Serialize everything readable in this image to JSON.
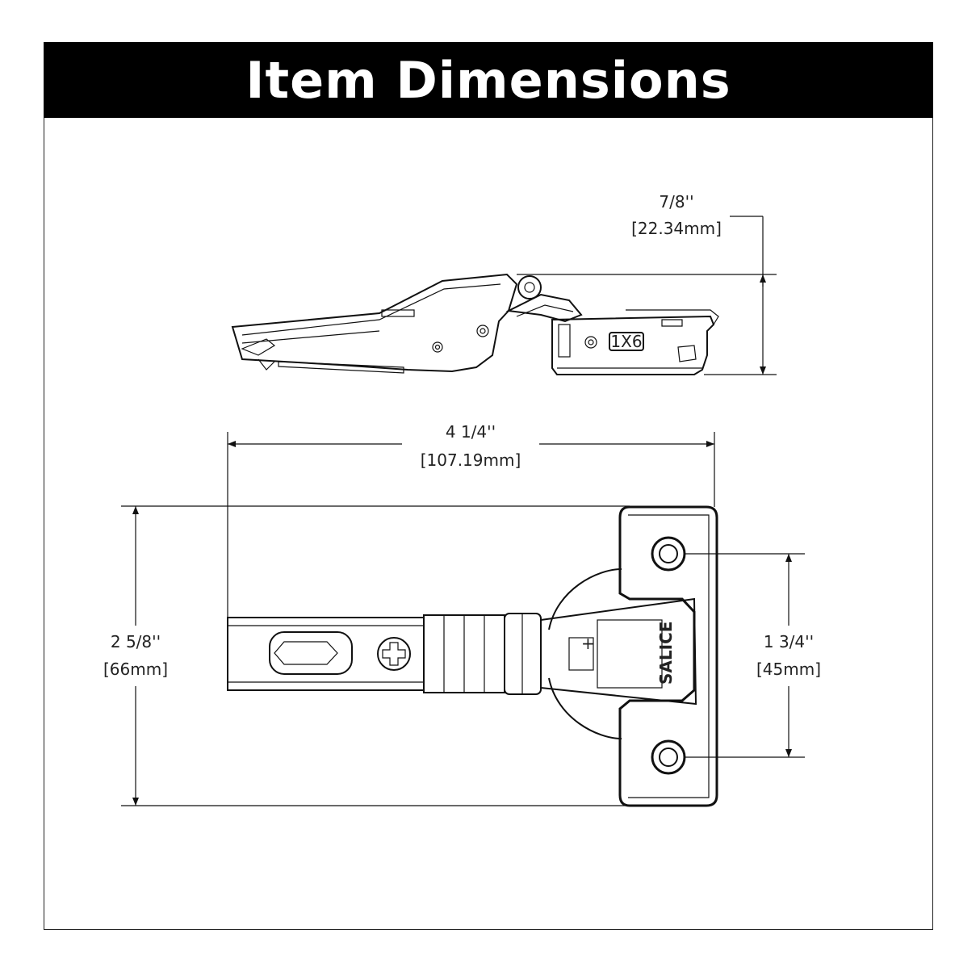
{
  "header": {
    "title": "Item Dimensions"
  },
  "dimensions": {
    "height_side": {
      "imperial": "7/8''",
      "metric": "[22.34mm]"
    },
    "overall_length": {
      "imperial": "4 1/4''",
      "metric": "[107.19mm]"
    },
    "plate_height": {
      "imperial": "2 5/8''",
      "metric": "[66mm]"
    },
    "hole_spacing": {
      "imperial": "1 3/4''",
      "metric": "[45mm]"
    }
  },
  "part_markings": {
    "side_mark": "1X6",
    "brand_mark": "SALICE"
  }
}
